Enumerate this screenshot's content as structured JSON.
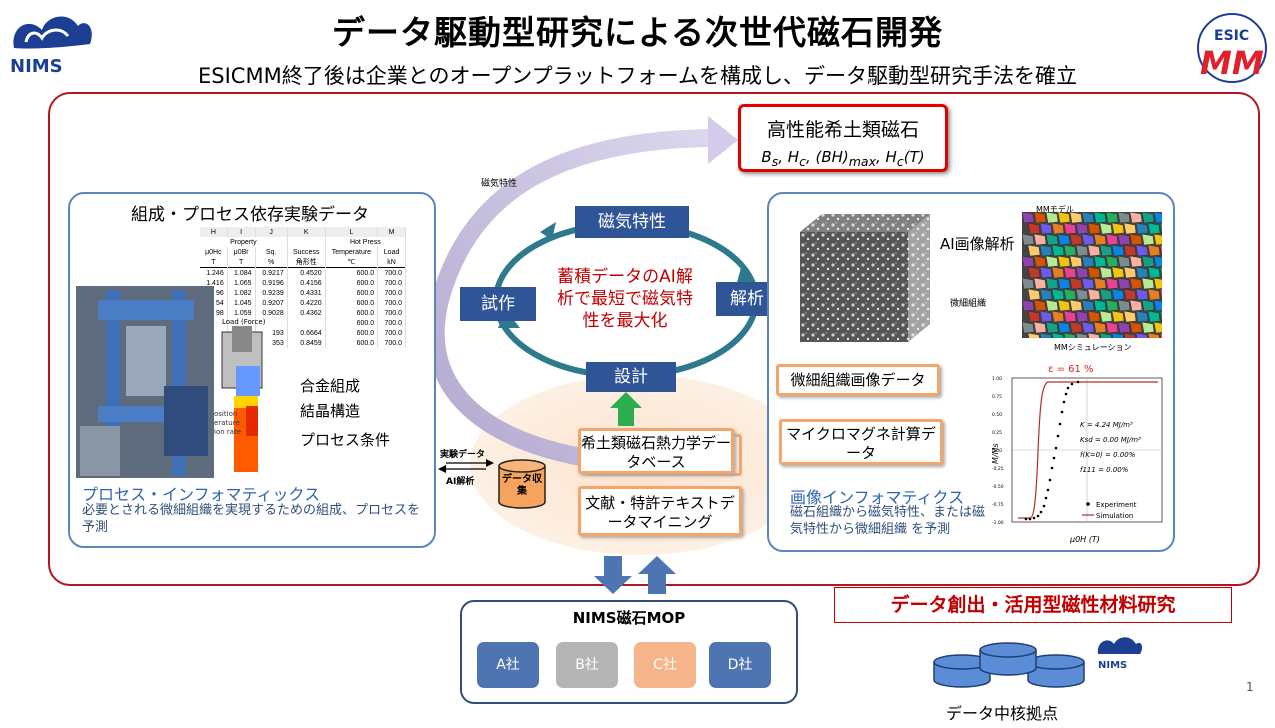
{
  "header": {
    "title": "データ駆動型研究による次世代磁石開発",
    "subtitle": "ESICMM終了後は企業とのオープンプラットフォームを構成し、データ駆動型研究手法を確立",
    "nims_logo": "NIMS",
    "esic_logo_top": "ESIC",
    "esic_logo_bottom": "MM"
  },
  "target": {
    "title": "高性能希土類磁石",
    "props_html": "B<sub>s</sub>, H<sub>c</sub>, (BH)<sub>max</sub>, H<sub>c</sub>(T)"
  },
  "arrow_label_magnetic": "磁気特性",
  "cycle": {
    "top": "磁気特性",
    "right": "解析",
    "bottom": "設計",
    "left": "試作",
    "center": "蓄積データのAI解析で最短で磁気特性を最大化"
  },
  "left_panel": {
    "title": "組成・プロセス依存実験データ",
    "table": {
      "col_letters": [
        "H",
        "I",
        "J",
        "K",
        "L",
        "M"
      ],
      "group1": "Property",
      "group2": "Hot Press",
      "headers": [
        "μ0Hc",
        "μ0Br",
        "Sq.",
        "Success",
        "Temperature",
        "Load"
      ],
      "units": [
        "T",
        "T",
        "%",
        "角形性",
        "℃",
        "kN"
      ],
      "rows": [
        [
          "1.246",
          "1.084",
          "0.9217",
          "0.4520",
          "600.0",
          "700.0"
        ],
        [
          "1.416",
          "1.065",
          "0.9196",
          "0.4156",
          "600.0",
          "700.0"
        ],
        [
          "96",
          "1.082",
          "0.9239",
          "0.4331",
          "600.0",
          "700.0"
        ],
        [
          "54",
          "1.045",
          "0.9207",
          "0.4220",
          "600.0",
          "700.0"
        ],
        [
          "98",
          "1.059",
          "0.9028",
          "0.4362",
          "600.0",
          "700.0"
        ],
        [
          "",
          "",
          "",
          "",
          "600.0",
          "700.0"
        ],
        [
          "",
          "",
          "193",
          "0.6664",
          "600.0",
          "700.0"
        ],
        [
          "",
          "",
          "353",
          "0.8459",
          "600.0",
          "700.0"
        ]
      ]
    },
    "load_label": "Load (Force)",
    "side_labels": [
      "osition",
      "erature",
      "ion rate"
    ],
    "labels": [
      "合金組成",
      "結晶構造",
      "プロセス条件"
    ],
    "info_title": "プロセス・インフォマティックス",
    "info_text": "必要とされる微細組織を実現するための組成、プロセスを予測"
  },
  "middle": {
    "exp_data": "実験データ",
    "ai_analysis": "AI解析",
    "db_label": "データ収集",
    "db_box": "希土類磁石熱力学データベース",
    "text_box": "文献・特許テキストデータマイニング"
  },
  "right_panel": {
    "mm_model": "MMモデル",
    "ai_image": "AI画像解析",
    "microstructure": "微細組織",
    "mm_sim": "MMシミュレーション",
    "box1": "微細組織画像データ",
    "box2": "マイクロマグネ計算データ",
    "info_title": "画像インフォマティクス",
    "info_text": "磁石組織から磁気特性、または磁気特性から微細組織 を予測",
    "plot": {
      "epsilon": "ε = 61 %",
      "params": [
        "K = 4.24 MJ/m³",
        "Ksd = 0.00 MJ/m³",
        "f(K=0) = 0.00%",
        "f111 = 0.00%"
      ],
      "legend_exp": "Experiment",
      "legend_sim": "Simulation",
      "ylabel": "M/Ms",
      "xlabel": "μ0H (T)"
    }
  },
  "mop": {
    "title": "NIMS磁石MOP",
    "companies": [
      {
        "label": "A社",
        "color": "#4f74b2"
      },
      {
        "label": "B社",
        "color": "#b4b4b4"
      },
      {
        "label": "C社",
        "color": "#f5b48a"
      },
      {
        "label": "D社",
        "color": "#4f74b2"
      }
    ]
  },
  "footer": {
    "research": "データ創出・活用型磁性材料研究",
    "hub": "データ中核拠点",
    "hub_logo": "NIMS",
    "page": "1"
  },
  "colors": {
    "frame_red": "#b0171f",
    "panel_blue": "#5b86bd",
    "box_blue": "#2f5597",
    "cycle_teal": "#2e7a8c",
    "orange": "#f4a56a",
    "green": "#2dae4c"
  }
}
